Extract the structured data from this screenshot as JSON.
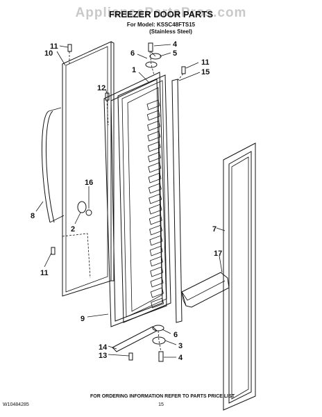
{
  "header": {
    "watermark": "AppliancePartsPros.com",
    "title": "FREEZER DOOR PARTS",
    "model_line": "For Model: KSSC48FTS15",
    "finish_line": "(Stainless Steel)"
  },
  "callouts": {
    "c11a": "11",
    "c10": "10",
    "c6a": "6",
    "c4a": "4",
    "c5": "5",
    "c11b": "11",
    "c15": "15",
    "c1": "1",
    "c12": "12",
    "c16": "16",
    "c8": "8",
    "c2": "2",
    "c7": "7",
    "c17": "17",
    "c11c": "11",
    "c9": "9",
    "c6b": "6",
    "c3": "3",
    "c14": "14",
    "c13": "13",
    "c4b": "4"
  },
  "footer": {
    "doc_number": "W10484285",
    "page_number": "15",
    "ordering_note": "FOR ORDERING INFORMATION REFER TO PARTS PRICE LIST"
  }
}
